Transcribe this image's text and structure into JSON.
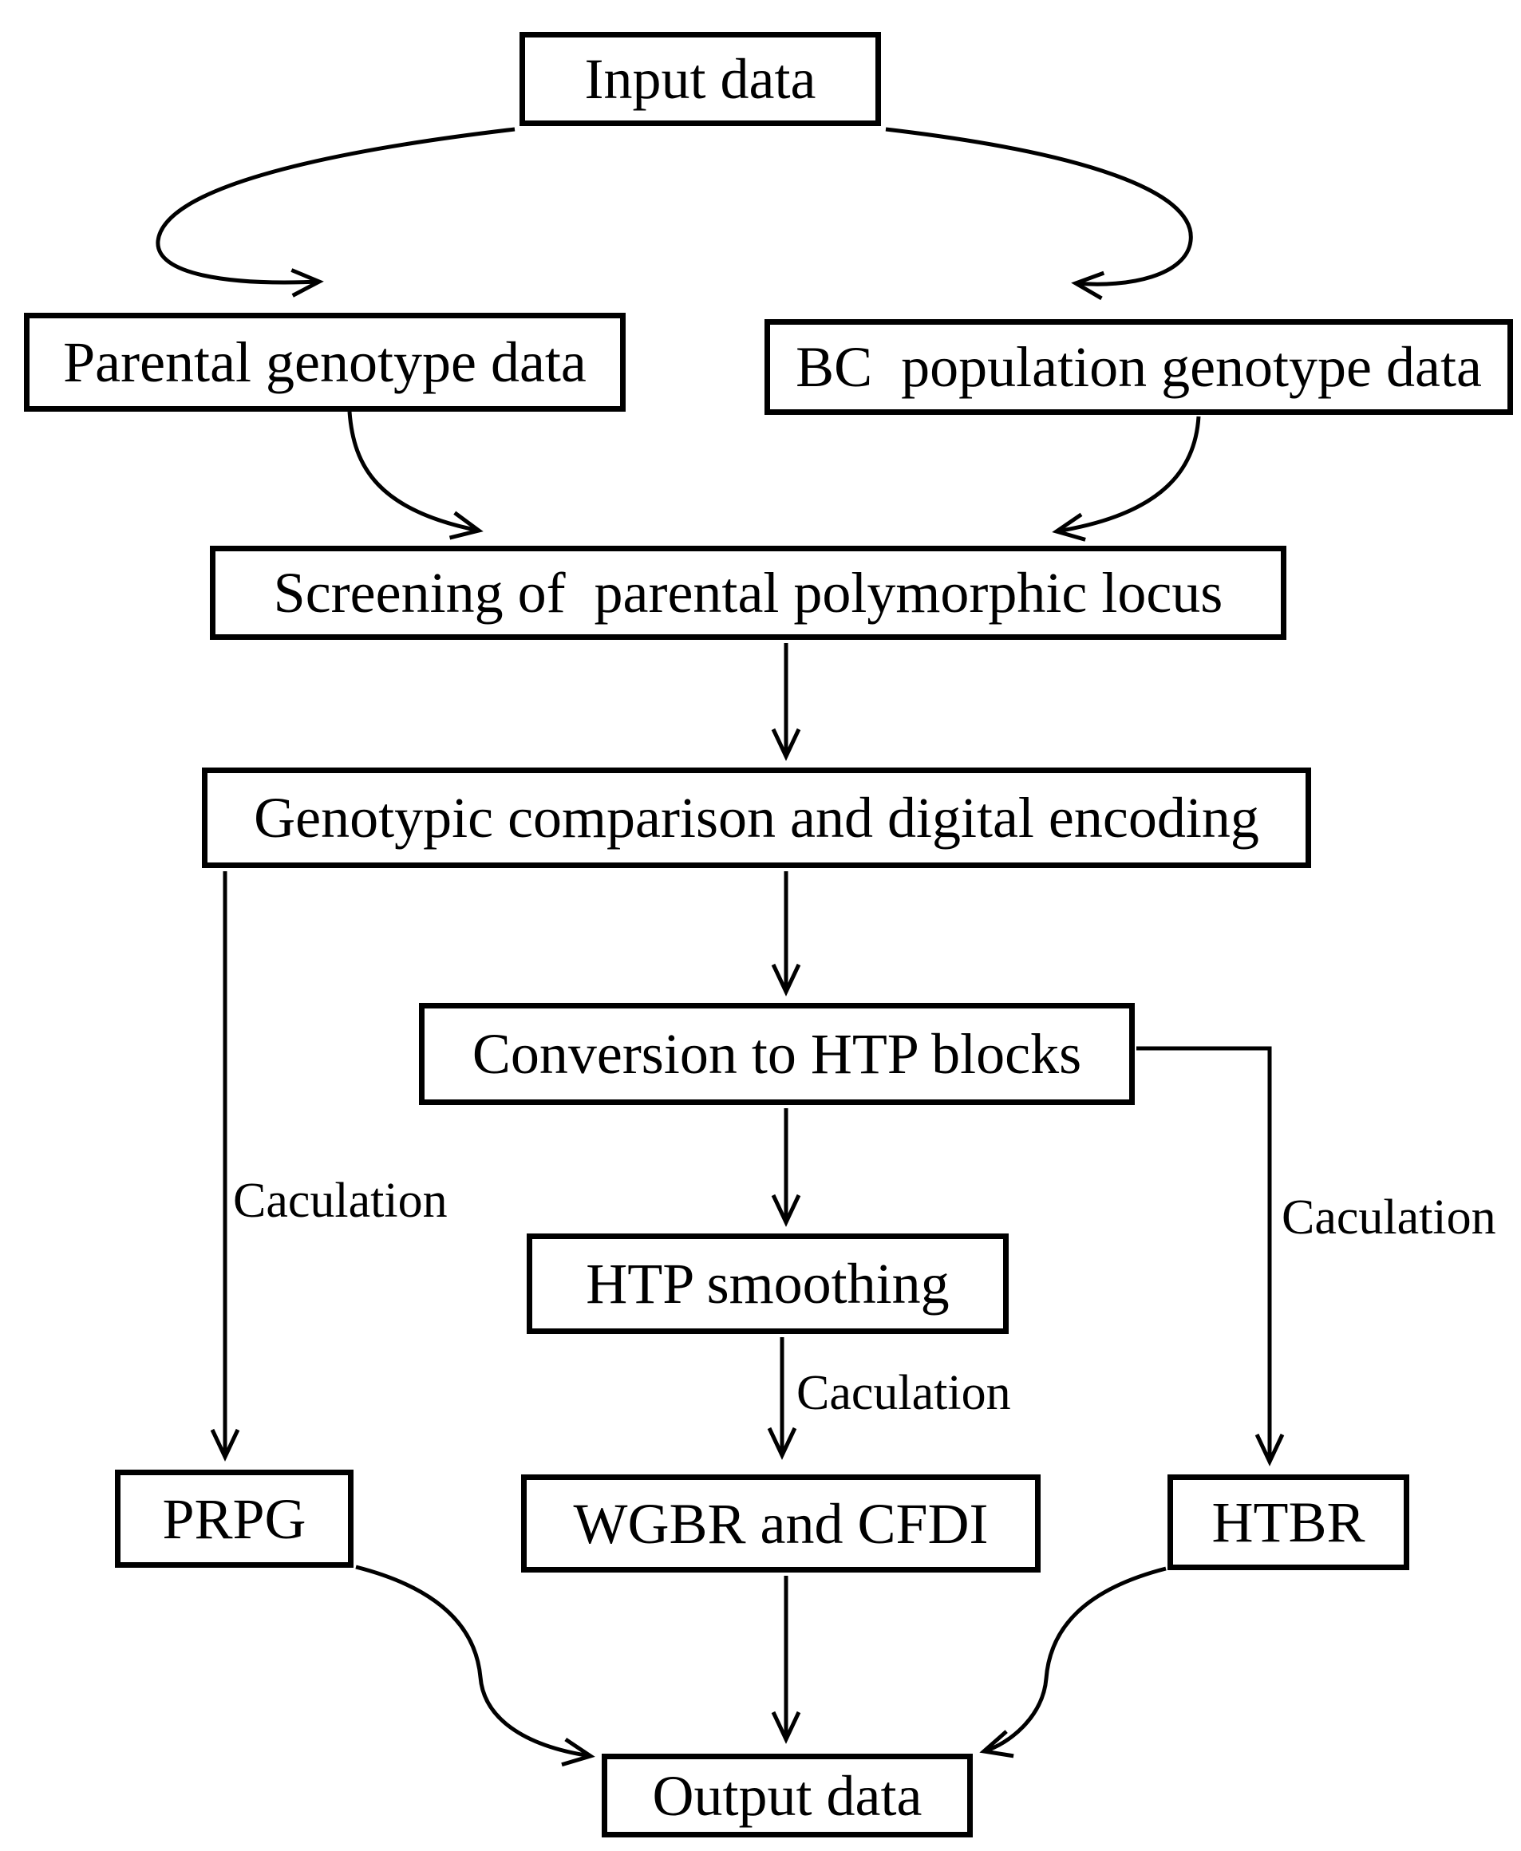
{
  "figure": {
    "background_color": "#ffffff",
    "ink_color": "#000000"
  },
  "nodes": {
    "input": "Input data",
    "parental": "Parental genotype data",
    "bc": "BC  population genotype data",
    "screening": "Screening of  parental polymorphic locus",
    "genotypic": "Genotypic comparison and digital encoding",
    "conversion": "Conversion to HTP blocks",
    "smoothing": "HTP smoothing",
    "prpg": "PRPG",
    "wgbr": "WGBR and CFDI",
    "htbr": "HTBR",
    "output": "Output data"
  },
  "edge_labels": {
    "left": "Caculation",
    "center": "Caculation",
    "right": "Caculation"
  }
}
